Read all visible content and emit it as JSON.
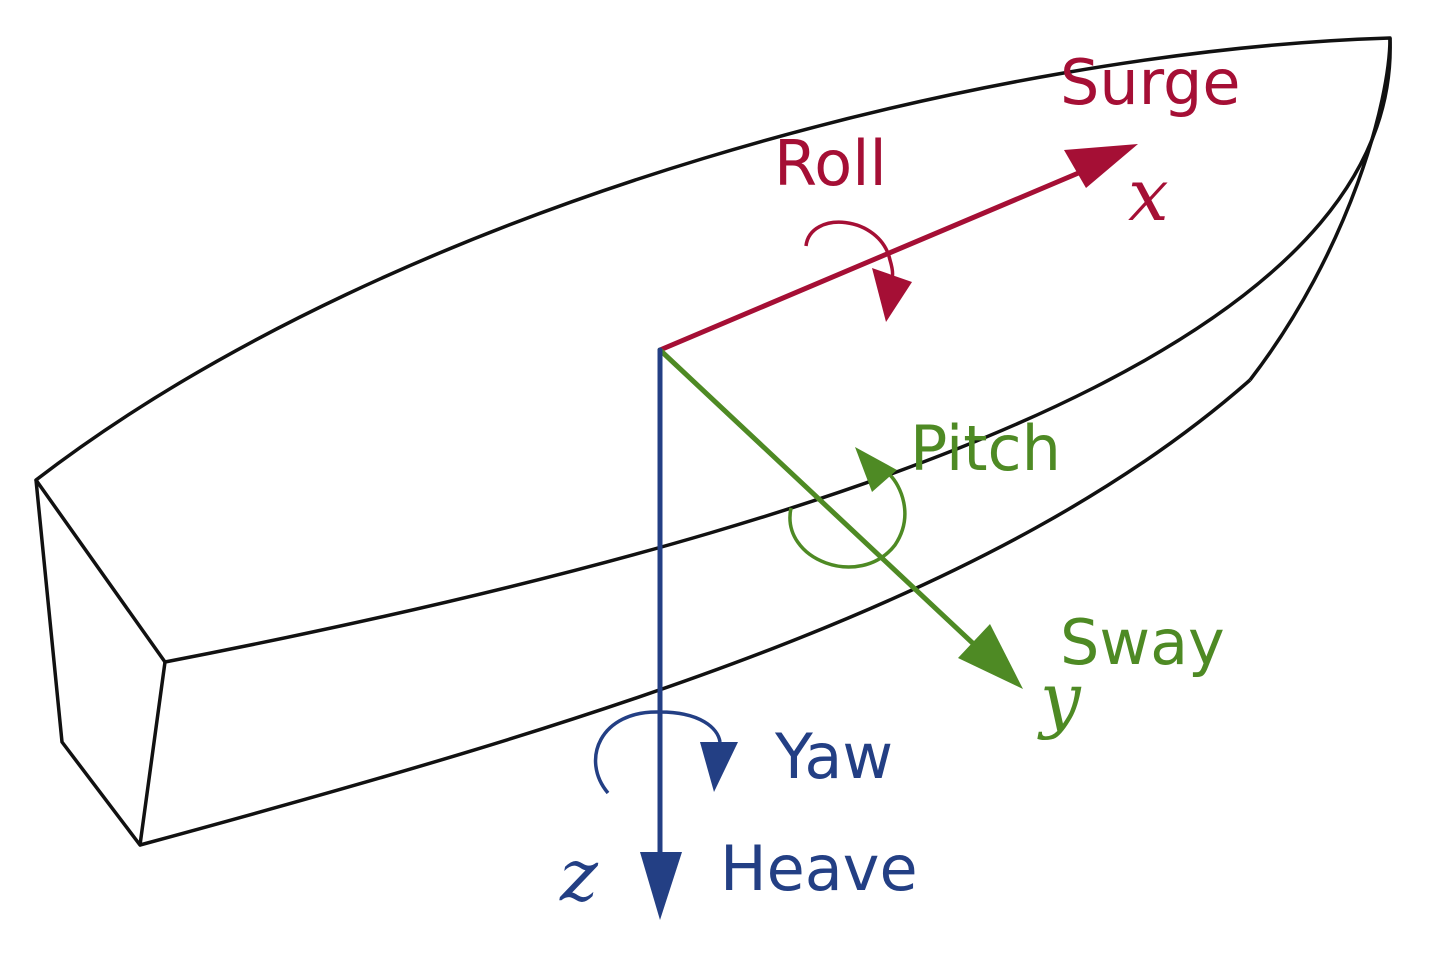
{
  "colors": {
    "hull": "#111111",
    "x_axis": "#A50F35",
    "y_axis": "#4E8A24",
    "z_axis": "#233F84",
    "background": "#FFFFFF"
  },
  "labels": {
    "surge": "Surge",
    "roll": "Roll",
    "x": "x",
    "pitch": "Pitch",
    "sway": "Sway",
    "y": "y",
    "yaw": "Yaw",
    "heave": "Heave",
    "z": "z"
  }
}
